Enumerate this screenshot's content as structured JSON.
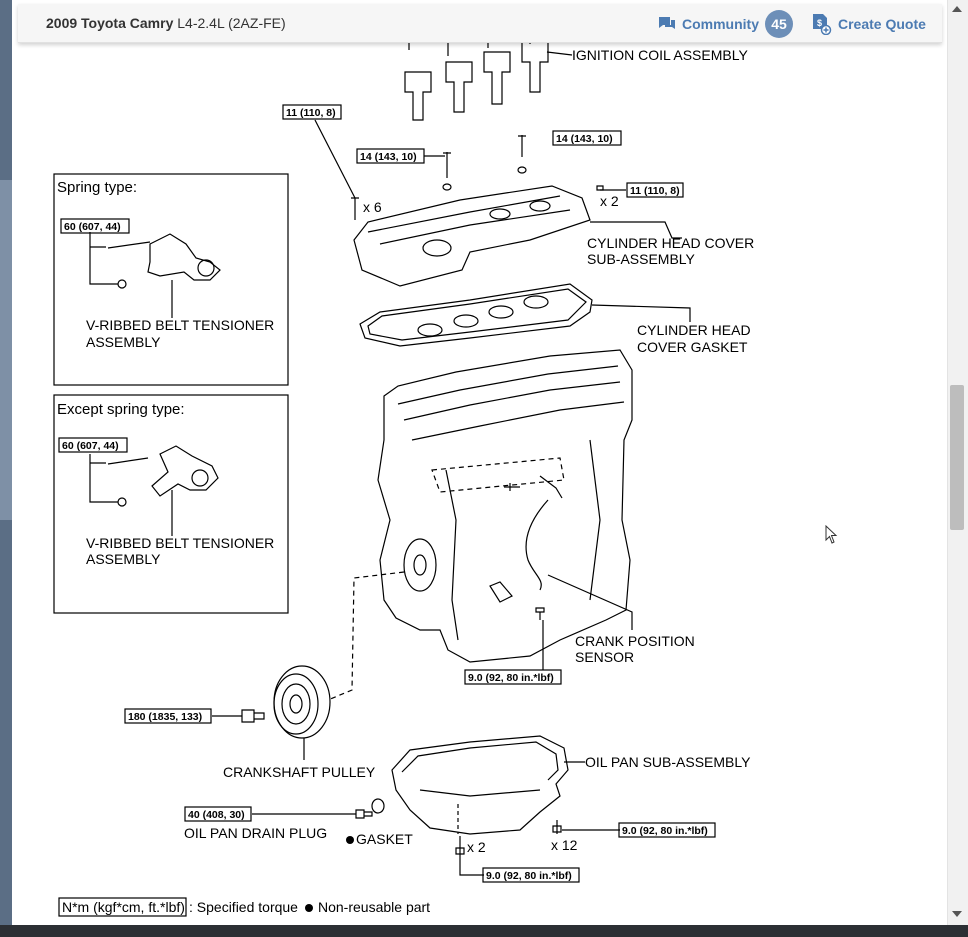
{
  "header": {
    "vehicle": "2009 Toyota Camry",
    "engine": "L4-2.4L (2AZ-FE)",
    "community_label": "Community",
    "community_count": "45",
    "create_quote_label": "Create Quote"
  },
  "diagram": {
    "labels": {
      "ignition_coil": "IGNITION COIL ASSEMBLY",
      "chc_sub_1": "CYLINDER HEAD COVER",
      "chc_sub_2": "SUB-ASSEMBLY",
      "chc_gasket_1": "CYLINDER HEAD",
      "chc_gasket_2": "COVER GASKET",
      "crank_sensor_1": "CRANK POSITION",
      "crank_sensor_2": "SENSOR",
      "crank_pulley": "CRANKSHAFT PULLEY",
      "oil_pan": "OIL PAN SUB-ASSEMBLY",
      "drain_plug": "OIL PAN DRAIN PLUG",
      "gasket": "GASKET",
      "x6": "x 6",
      "x2_top": "x 2",
      "x2_bottom": "x 2",
      "x12": "x 12"
    },
    "torques": {
      "t_11_left": "11 (110, 8)",
      "t_14_left": "14 (143, 10)",
      "t_14_right": "14 (143, 10)",
      "t_11_right": "11 (110, 8)",
      "t_60_spring": "60 (607, 44)",
      "t_60_except": "60 (607, 44)",
      "t_crank_sensor": "9.0 (92, 80 in.*lbf)",
      "t_pulley": "180 (1835, 133)",
      "t_drain": "40 (408, 30)",
      "t_pan_right": "9.0 (92, 80 in.*lbf)",
      "t_pan_bottom": "9.0 (92, 80 in.*lbf)"
    },
    "insets": {
      "spring_title": "Spring type:",
      "spring_label_1": "V-RIBBED BELT TENSIONER",
      "spring_label_2": "ASSEMBLY",
      "except_title": "Except spring type:",
      "except_label_1": "V-RIBBED BELT TENSIONER",
      "except_label_2": "ASSEMBLY"
    },
    "legend": {
      "torque_box": "N*m (kgf*cm, ft.*lbf)",
      "torque_text": ": Specified torque",
      "nonreusable_text": "Non-reusable part"
    }
  }
}
